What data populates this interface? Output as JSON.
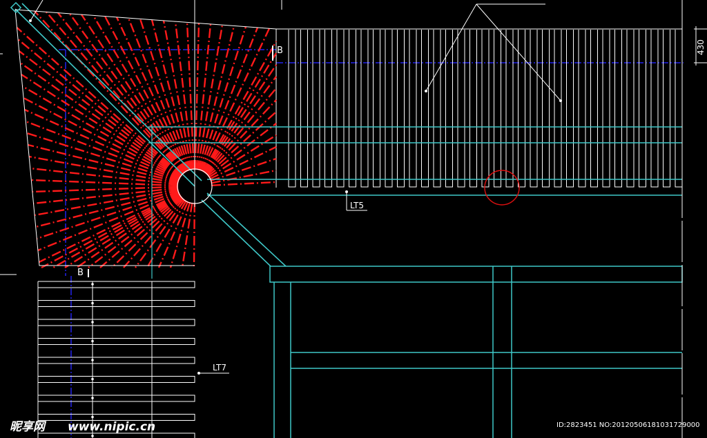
{
  "labels": {
    "section_mark_top": "B",
    "section_mark_left": "B",
    "beam_lt5": "LT5",
    "beam_lt7": "LT7",
    "dimension_430": "430"
  },
  "watermark": {
    "brand": "昵享网",
    "url": "www.nipic.cn",
    "id_line": "ID:2823451 NO:20120506181031729000"
  },
  "colors": {
    "background": "#000000",
    "rafter_lines": "#ffffff",
    "radiating_rafters": "#ff1a1a",
    "beams": "#3fc8c8",
    "centerline": "#2222ee",
    "callout_circle": "#e01010",
    "post_circle": "#ffffff"
  }
}
